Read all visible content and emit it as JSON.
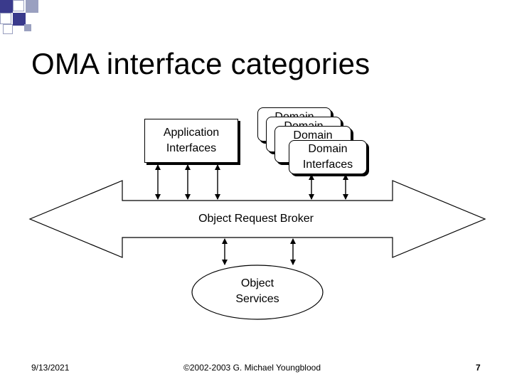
{
  "slide": {
    "title": "OMA interface categories",
    "app_box": "Application\nInterfaces",
    "domain_stack": [
      "Domain",
      "Domain",
      "Domain"
    ],
    "domain_front": "Domain\nInterfaces",
    "orb_label": "Object Request Broker",
    "services": "Object\nServices"
  },
  "footer": {
    "date": "9/13/2021",
    "copyright": "©2002-2003 G. Michael Youngblood",
    "page": "7"
  },
  "colors": {
    "accent": "#3a3a8c",
    "light": "#9aa0c0"
  }
}
